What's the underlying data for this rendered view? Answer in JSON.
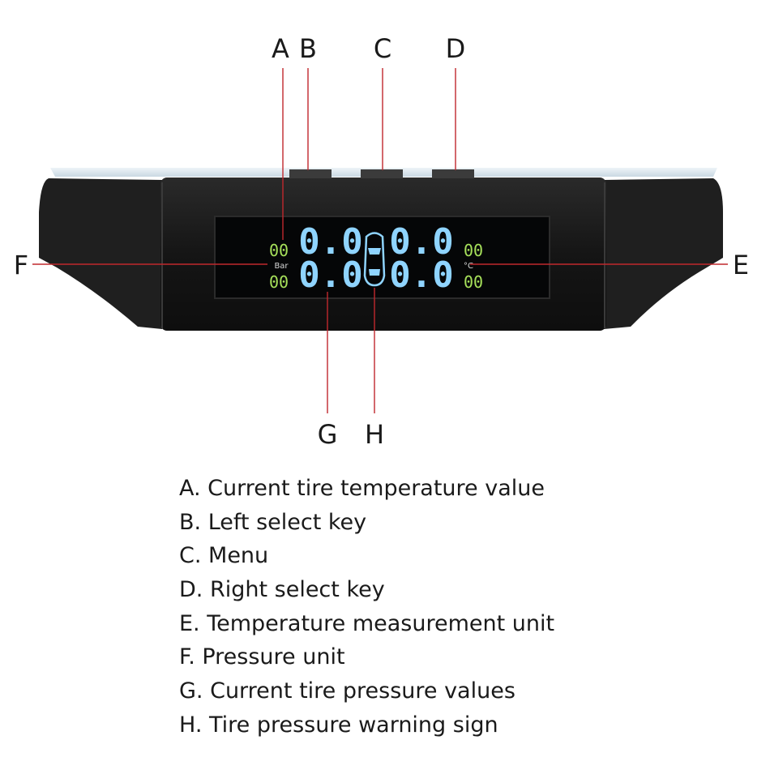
{
  "callouts": {
    "a": "A",
    "b": "B",
    "c": "C",
    "d": "D",
    "e": "E",
    "f": "F",
    "g": "G",
    "h": "H"
  },
  "lcd": {
    "left_top_temp": "00",
    "pressure_unit": "Bar",
    "left_bottom_temp": "00",
    "front_left_pressure": "0.0",
    "rear_left_pressure": "0.0",
    "front_right_pressure": "0.0",
    "rear_right_pressure": "0.0",
    "right_top_temp": "00",
    "temperature_unit": "°C",
    "right_bottom_temp": "00"
  },
  "legend": [
    "A. Current tire temperature value",
    "B. Left select key",
    "C. Menu",
    "D. Right select key",
    "E. Temperature measurement unit",
    "F. Pressure unit",
    "G. Current tire pressure values",
    "H. Tire pressure warning sign"
  ],
  "colors": {
    "leader_line": "#c0282d",
    "pressure_digits": "#8fd4ff",
    "temperature_digits": "#a6e05a",
    "device_body": "#1c1c1c"
  },
  "icons": {
    "center_indicator": "car-top-view-icon"
  }
}
